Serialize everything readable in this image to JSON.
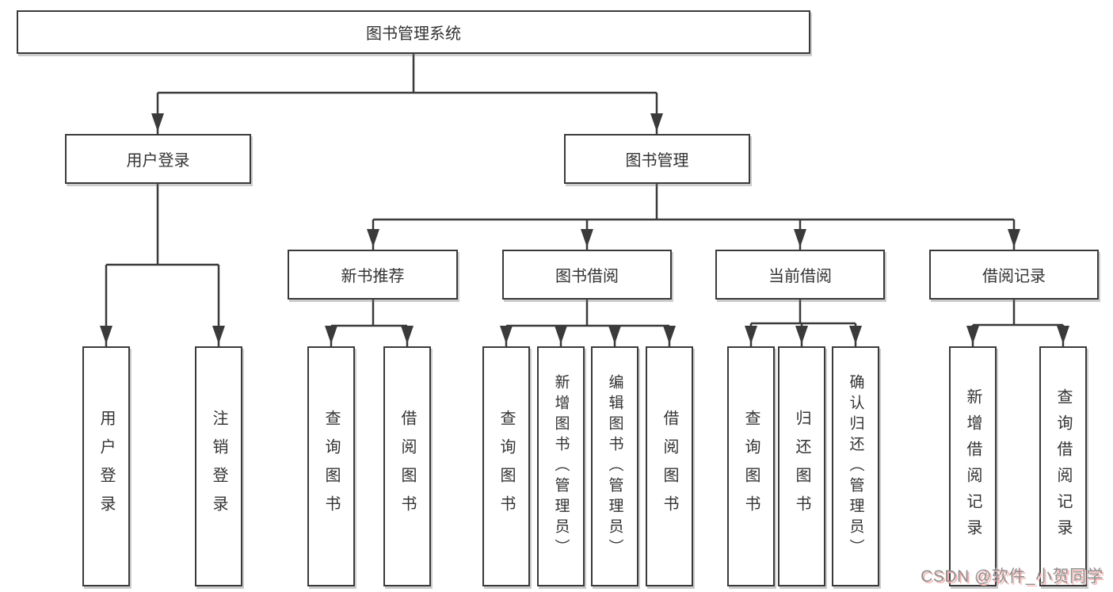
{
  "diagram_title": "图书管理系统",
  "tree": {
    "label": "图书管理系统",
    "children": [
      {
        "label": "用户登录",
        "children": [
          {
            "label": "用户登录"
          },
          {
            "label": "注销登录"
          }
        ]
      },
      {
        "label": "图书管理",
        "children": [
          {
            "label": "新书推荐",
            "children": [
              {
                "label": "查询图书"
              },
              {
                "label": "借阅图书"
              }
            ]
          },
          {
            "label": "图书借阅",
            "children": [
              {
                "label": "查询图书"
              },
              {
                "label": "新增图书（管理员）"
              },
              {
                "label": "编辑图书（管理员）"
              },
              {
                "label": "借阅图书"
              }
            ]
          },
          {
            "label": "当前借阅",
            "children": [
              {
                "label": "查询图书"
              },
              {
                "label": "归还图书"
              },
              {
                "label": "确认归还（管理员）"
              }
            ]
          },
          {
            "label": "借阅记录",
            "children": [
              {
                "label": "新增借阅记录"
              },
              {
                "label": "查询借阅记录"
              }
            ]
          }
        ]
      }
    ]
  },
  "watermark": {
    "text": "CSDN @软件_小贺同学",
    "color": "#8f8f8f",
    "shadow_color": "#f6b6b4"
  },
  "colors": {
    "background": "#ffffff",
    "line": "#3a3a3a",
    "box_border": "#3a3a3a",
    "text": "#333333"
  }
}
